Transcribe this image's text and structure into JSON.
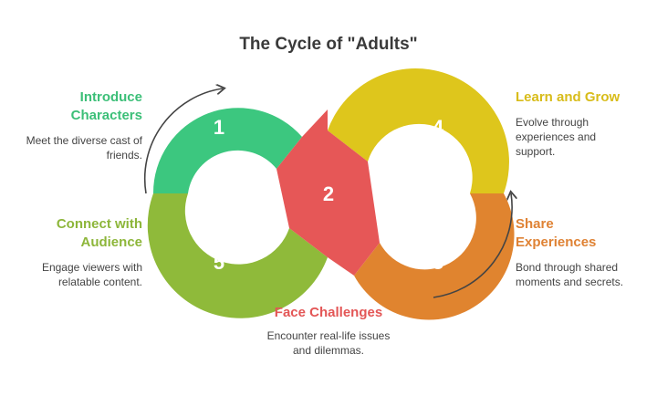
{
  "title": "The Cycle of \"Adults\"",
  "colors": {
    "step1": "#3cc77f",
    "step2": "#e65757",
    "step3": "#e0842f",
    "step4": "#dec61c",
    "step5": "#8fba3a",
    "title1": "#3cbf78",
    "title2": "#e35656",
    "title3": "#df8234",
    "title4": "#d8bc1a",
    "title5": "#8db63a",
    "arrow": "#444444"
  },
  "steps": [
    {
      "number": "1",
      "title_lines": [
        "Introduce",
        "Characters"
      ],
      "desc_lines": [
        "Meet the diverse cast of",
        "friends."
      ]
    },
    {
      "number": "2",
      "title_lines": [
        "Face Challenges"
      ],
      "desc_lines": [
        "Encounter real-life issues",
        "and dilemmas."
      ]
    },
    {
      "number": "3",
      "title_lines": [
        "Share",
        "Experiences"
      ],
      "desc_lines": [
        "Bond through shared",
        "moments and secrets."
      ]
    },
    {
      "number": "4",
      "title_lines": [
        "Learn and Grow"
      ],
      "desc_lines": [
        "Evolve through",
        "experiences and",
        "support."
      ]
    },
    {
      "number": "5",
      "title_lines": [
        "Connect with",
        "Audience"
      ],
      "desc_lines": [
        "Engage viewers with",
        "relatable content."
      ]
    }
  ]
}
